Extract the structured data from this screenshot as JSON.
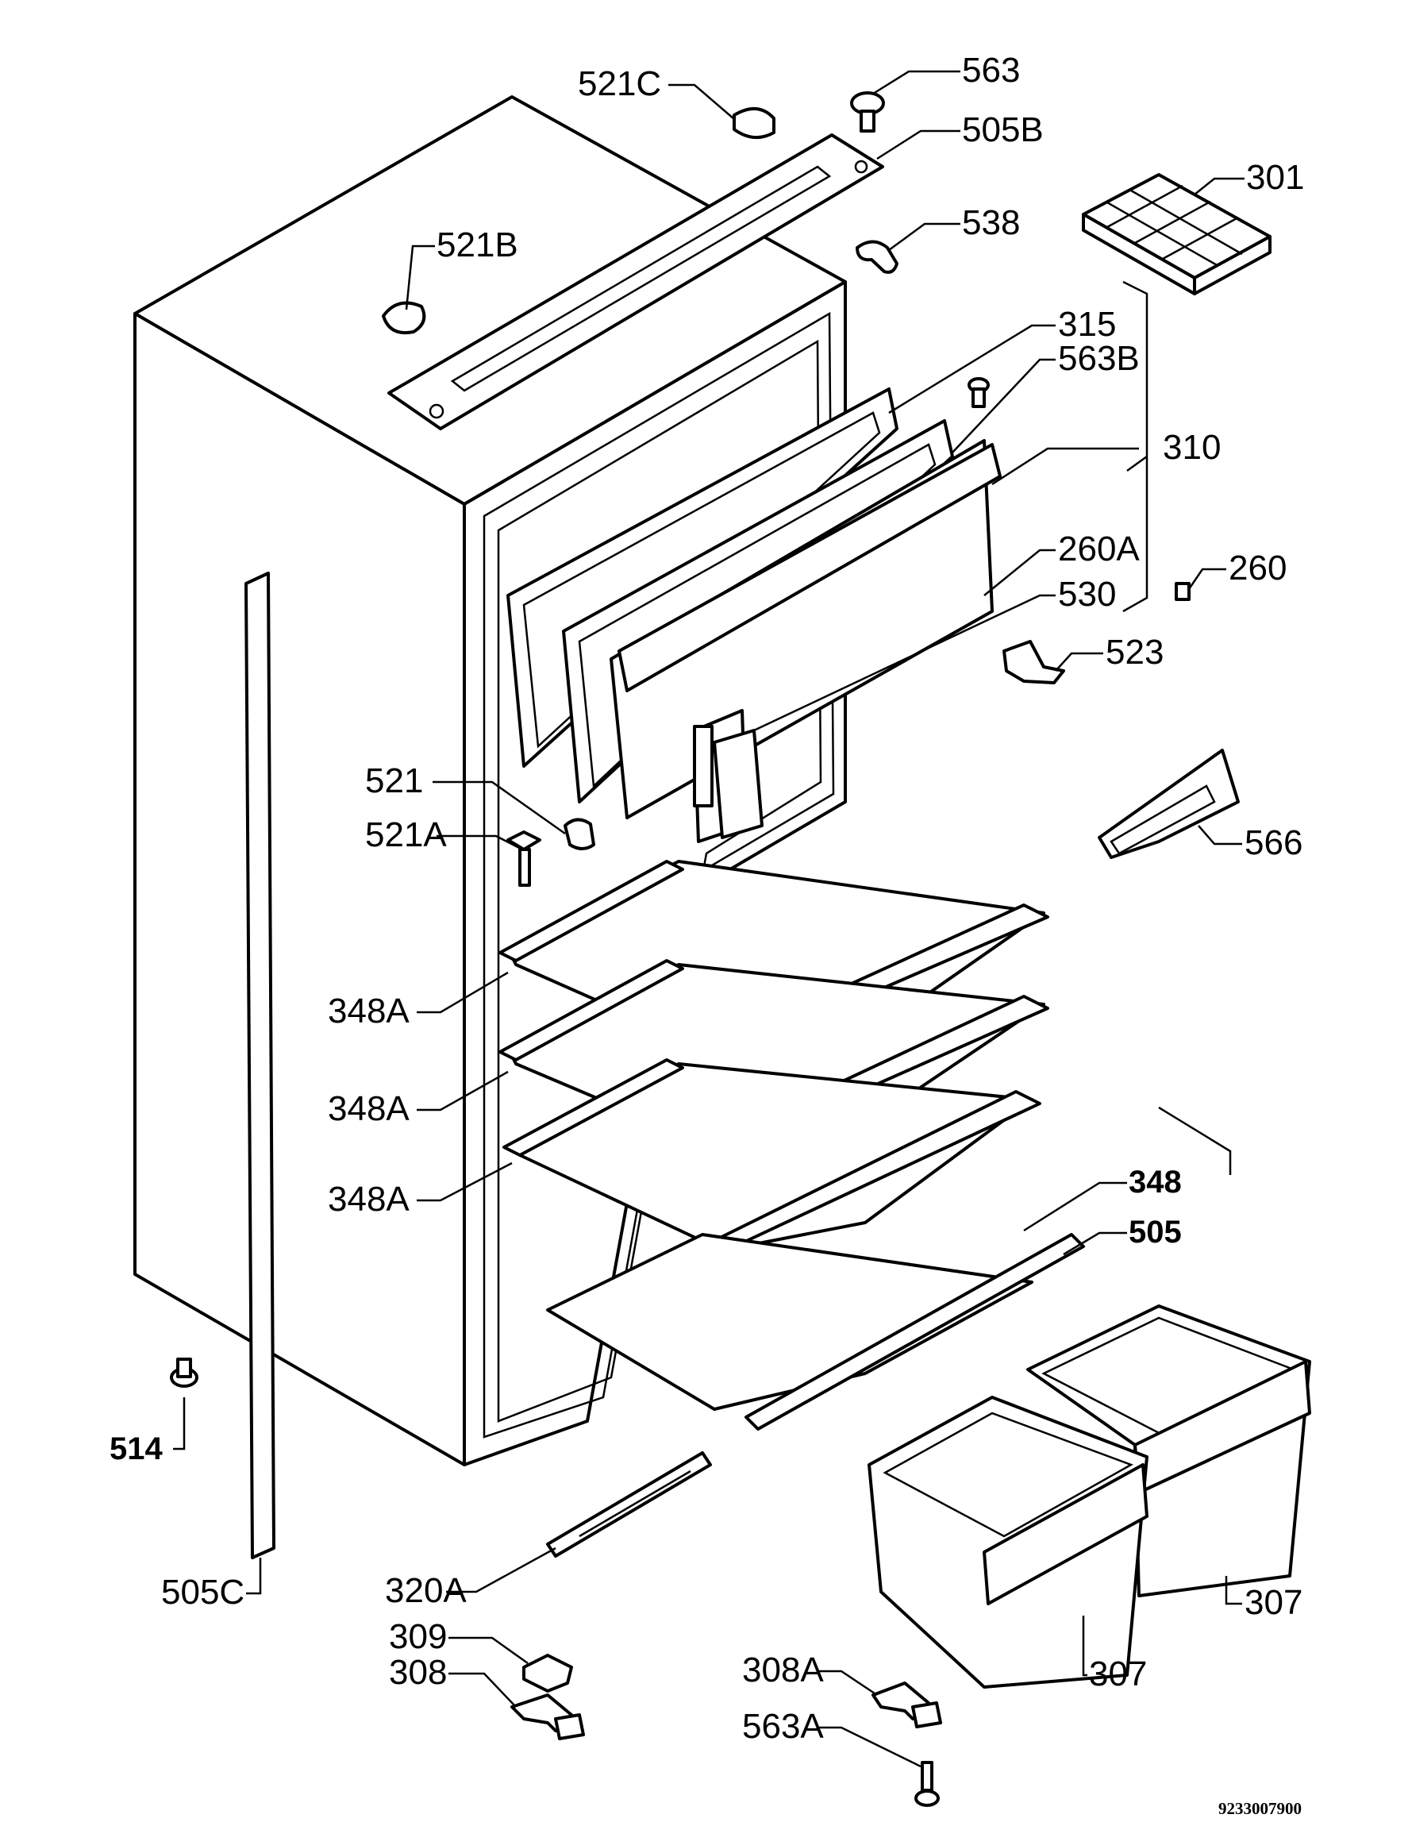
{
  "drawing_code": "9233007900",
  "callouts": {
    "c_521C": "521C",
    "c_563": "563",
    "c_505B": "505B",
    "c_301": "301",
    "c_521B": "521B",
    "c_538": "538",
    "c_315": "315",
    "c_563B": "563B",
    "c_310": "310",
    "c_260A": "260A",
    "c_260": "260",
    "c_530": "530",
    "c_523": "523",
    "c_521": "521",
    "c_521A": "521A",
    "c_566": "566",
    "c_348A_1": "348A",
    "c_348A_2": "348A",
    "c_348A_3": "348A",
    "c_348": "348",
    "c_505": "505",
    "c_514": "514",
    "c_505C": "505C",
    "c_320A": "320A",
    "c_309": "309",
    "c_308": "308",
    "c_308A": "308A",
    "c_563A": "563A",
    "c_307_right": "307",
    "c_307_left": "307"
  }
}
